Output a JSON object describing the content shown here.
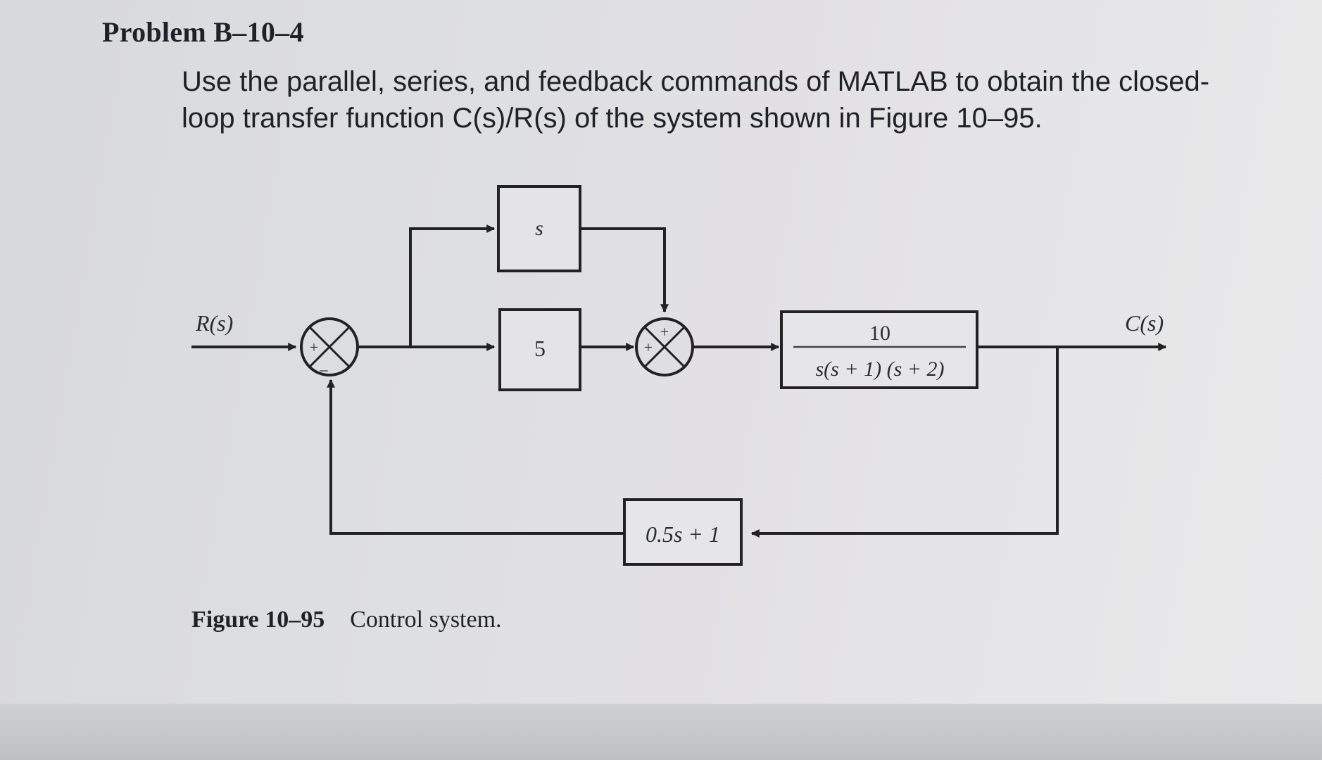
{
  "problem": {
    "title": "Problem B–10–4",
    "line1": "Use the parallel, series, and feedback commands of MATLAB to obtain the closed-",
    "line2": "loop transfer function C(s)/R(s) of the system shown in Figure 10–95."
  },
  "diagram": {
    "input_label": "R(s)",
    "output_label": "C(s)",
    "block_top": "s",
    "block_middle": "5",
    "plant_numerator": "10",
    "plant_denominator": "s(s + 1) (s + 2)",
    "feedback_block": "0.5s + 1",
    "sum1_signs": [
      "+",
      "−"
    ],
    "sum2_signs": [
      "+",
      "+"
    ]
  },
  "caption": {
    "figure_number": "Figure 10–95",
    "text": "Control system."
  }
}
